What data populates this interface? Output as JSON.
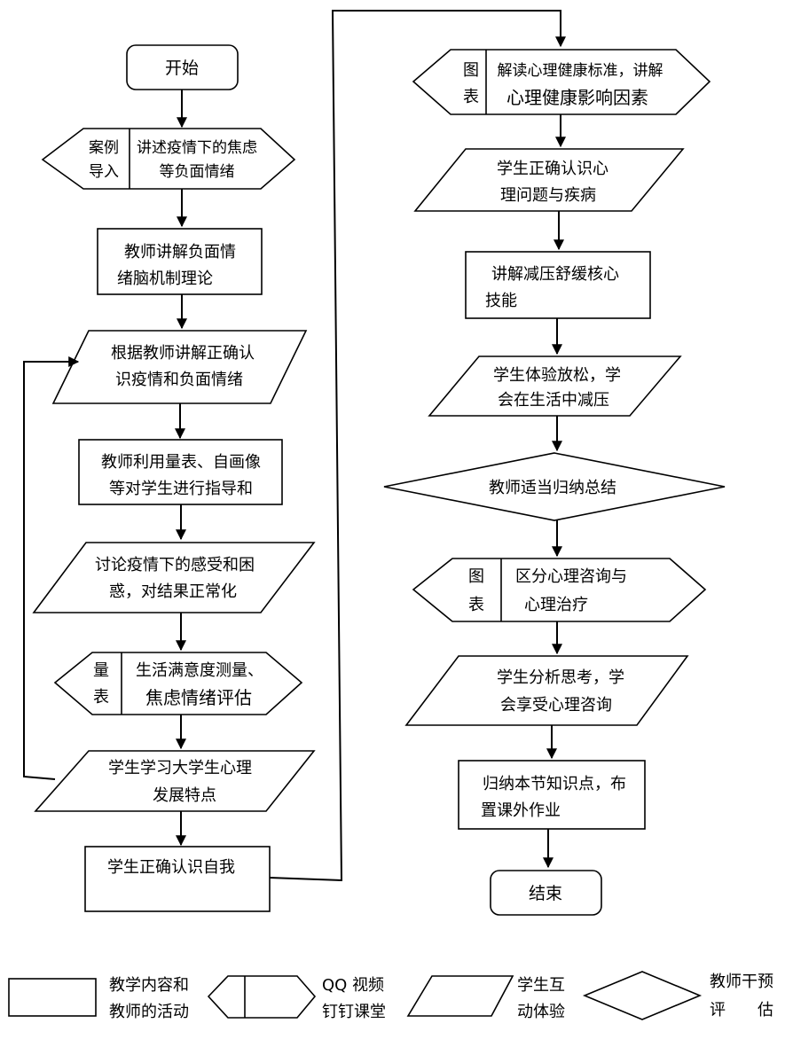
{
  "nodes": {
    "start": "开始",
    "case_tag": [
      "案例",
      "导入"
    ],
    "case_text": [
      "讲述疫情下的焦虑",
      "等负面情绪"
    ],
    "teacher_theory": [
      "教师讲解负面情",
      "绪脑机制理论"
    ],
    "recognize_emotion": [
      "根据教师讲解正确认",
      "识疫情和负面情绪"
    ],
    "teacher_scale": [
      "教师利用量表、自画像",
      "等对学生进行指导和"
    ],
    "discuss": [
      "讨论疫情下的感受和困",
      "惑，对结果正常化"
    ],
    "scale_tag": [
      "量",
      "表"
    ],
    "scale_text": [
      "生活满意度测量、",
      "焦虑情绪评估"
    ],
    "learn_dev": [
      "学生学习大学生心理",
      "发展特点"
    ],
    "self_know": "学生正确认识自我",
    "chart1_tag": [
      "图",
      "表"
    ],
    "chart1_text": [
      "解读心理健康标准，讲解",
      "心理健康影响因素"
    ],
    "know_problem": [
      "学生正确认识心",
      "理问题与疾病"
    ],
    "stress_skill": [
      "讲解减压舒缓核心",
      "技能"
    ],
    "relax": [
      "学生体验放松，学",
      "会在生活中减压"
    ],
    "summary": "教师适当归纳总结",
    "chart2_tag": [
      "图",
      "表"
    ],
    "chart2_text": [
      "区分心理咨询与",
      "心理治疗"
    ],
    "analyze": [
      "学生分析思考，学",
      "会享受心理咨询"
    ],
    "homework": [
      "归纳本节知识点，布",
      "置课外作业"
    ],
    "end": "结束"
  },
  "legend": {
    "rect": [
      "教学内容和",
      "教师的活动"
    ],
    "hex": [
      "QQ 视频",
      "钉钉课堂"
    ],
    "para": [
      "学生互",
      "动体验"
    ],
    "diamond": [
      "教师干预",
      "评　　估"
    ]
  }
}
